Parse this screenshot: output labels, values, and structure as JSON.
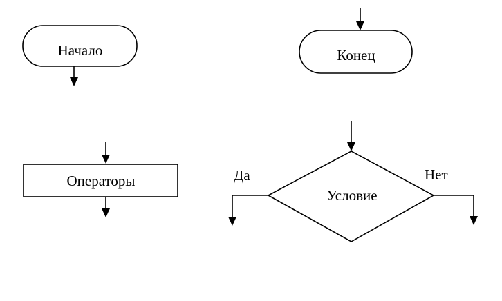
{
  "blocks": {
    "start": "Начало",
    "end": "Конец",
    "process": "Операторы",
    "condition": "Условие"
  },
  "branches": {
    "yes": "Да",
    "no": "Нет"
  },
  "colors": {
    "line": "#000000",
    "background": "#ffffff"
  }
}
